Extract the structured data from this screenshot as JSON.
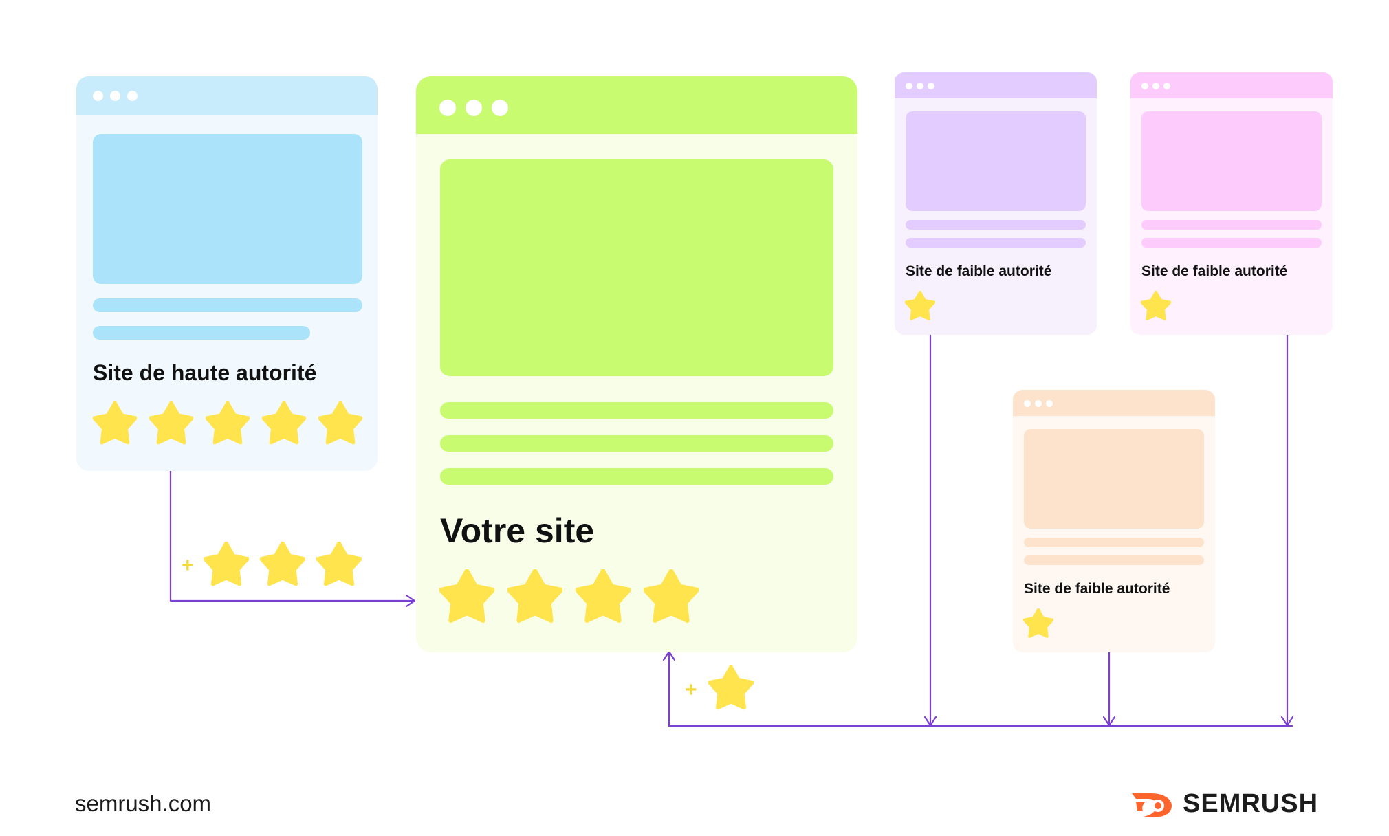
{
  "colors": {
    "connector": "#7b3fd1",
    "star": "#ffe44d",
    "plus": "#f4d93a",
    "high": {
      "bar": "#c9ecfd",
      "body": "#f1f9fe",
      "block": "#abe3fa",
      "line": "#abe3fa"
    },
    "yours": {
      "bar": "#c8fb6f",
      "body": "#f9fee9",
      "block": "#c8fb6f",
      "line": "#c8fb6f"
    },
    "low_purple": {
      "bar": "#e3ccff",
      "body": "#f7f1fe",
      "block": "#e3ccff",
      "line": "#e3ccff"
    },
    "low_pink": {
      "bar": "#fecbfd",
      "body": "#fff1fe",
      "block": "#fecbfd",
      "line": "#fecbfd"
    },
    "low_peach": {
      "bar": "#fde3cb",
      "body": "#fef7f2",
      "block": "#fde3cb",
      "line": "#fde3cb"
    },
    "logo_orange": "#ff642d"
  },
  "sites": {
    "high": {
      "label": "Site de haute autorité",
      "stars": 5
    },
    "yours": {
      "label": "Votre site",
      "stars": 4
    },
    "low_purple": {
      "label": "Site de faible autorité",
      "stars": 1
    },
    "low_pink": {
      "label": "Site de faible autorité",
      "stars": 1
    },
    "low_peach": {
      "label": "Site de faible autorité",
      "stars": 1
    }
  },
  "transfers": {
    "from_high": {
      "plus": "+",
      "stars": 3
    },
    "from_low": {
      "plus": "+",
      "stars": 1
    }
  },
  "footer": {
    "url": "semrush.com",
    "brand": "SEMRUSH",
    "logo_icon": "semrush-fire-icon"
  }
}
